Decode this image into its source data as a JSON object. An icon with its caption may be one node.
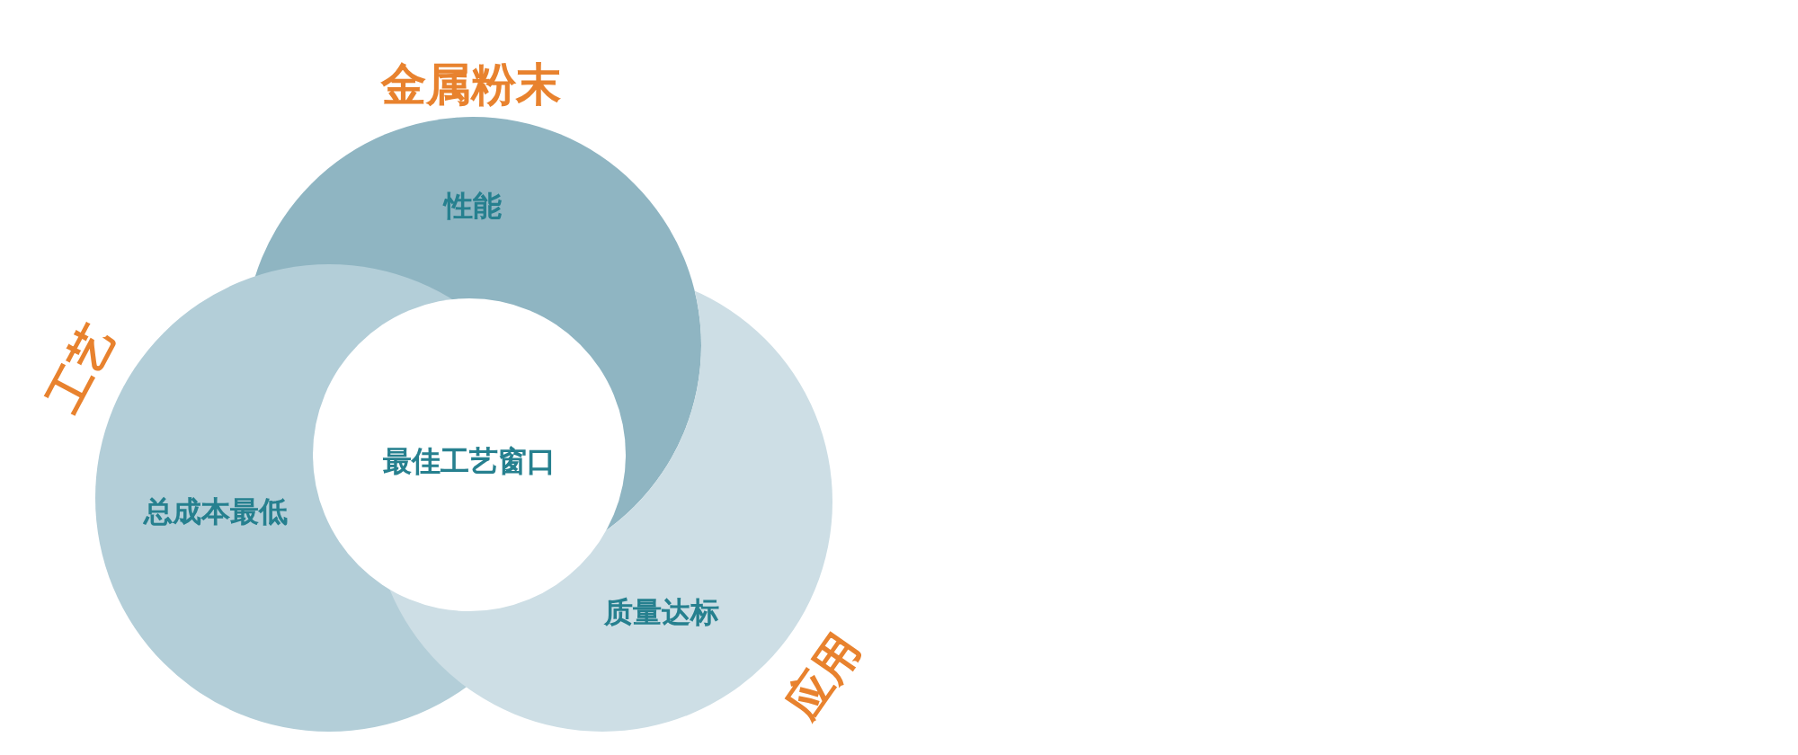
{
  "diagram": {
    "nodes": [
      {
        "text": [
          "金属粉末",
          "性能"
        ]
      },
      {
        "text": [
          "工艺",
          "总成本最低"
        ]
      },
      {
        "text": [
          "应用",
          "质量达标"
        ]
      },
      {
        "text": [
          "最佳工艺窗口"
        ]
      }
    ]
  }
}
